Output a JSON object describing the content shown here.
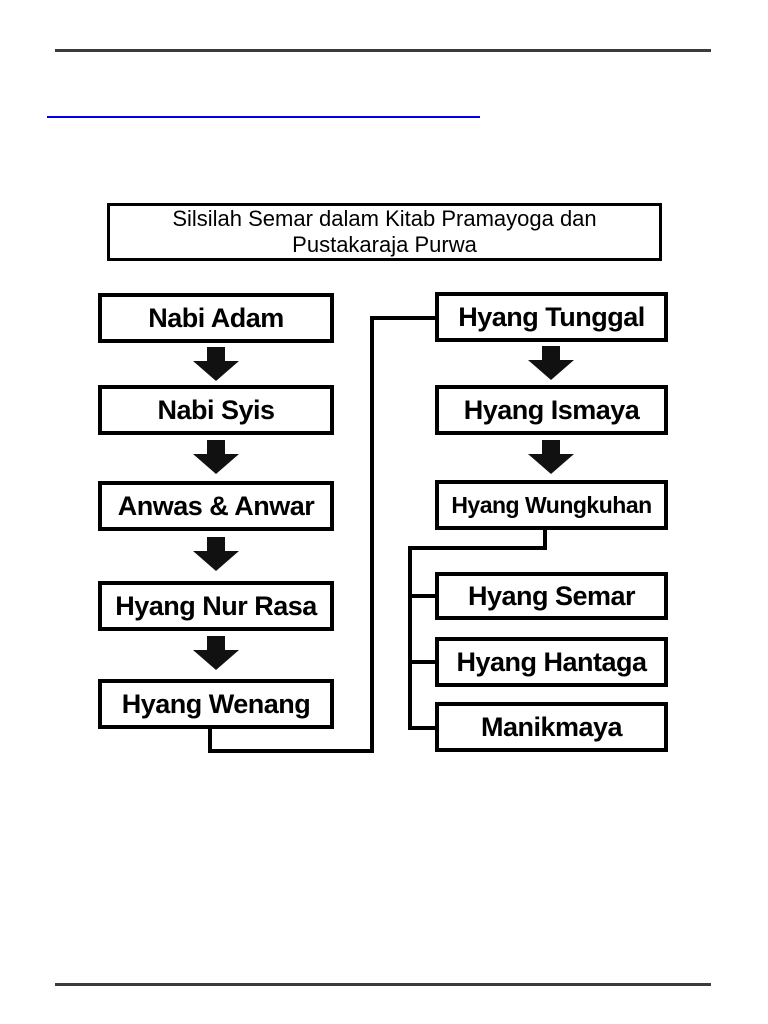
{
  "title": {
    "line1": "Silsilah Semar dalam Kitab Pramayoga dan",
    "line2": "Pustakaraja Purwa"
  },
  "diagram": {
    "left_column": [
      {
        "label": "Nabi Adam"
      },
      {
        "label": "Nabi Syis"
      },
      {
        "label": "Anwas & Anwar"
      },
      {
        "label": "Hyang Nur Rasa"
      },
      {
        "label": "Hyang Wenang"
      }
    ],
    "right_column": [
      {
        "label": "Hyang Tunggal"
      },
      {
        "label": "Hyang Ismaya"
      },
      {
        "label": "Hyang Wungkuhan"
      }
    ],
    "children": [
      {
        "label": "Hyang Semar"
      },
      {
        "label": "Hyang Hantaga"
      },
      {
        "label": "Manikmaya"
      }
    ]
  },
  "colors": {
    "background": "#ffffff",
    "box_border": "#000000",
    "text": "#000000",
    "arrow": "#111111",
    "rule": "#3b3b3b",
    "link_rule": "#0000ee"
  }
}
